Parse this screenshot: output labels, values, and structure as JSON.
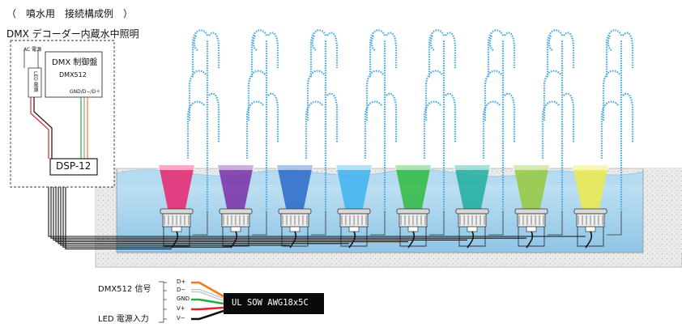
{
  "title": "（　噴水用　接続構成例　）",
  "subtitle": "DMX デコーダー内蔵水中照明",
  "controller": {
    "ac_power": "AC 電源",
    "led_power": "LED 電源",
    "panel_title": "DMX 制御盤",
    "panel_model": "DMX512",
    "panel_terminals": "GND/D−/D＋"
  },
  "dsp_label": "DSP-12",
  "lights": [
    {
      "color": "#e8236e"
    },
    {
      "color": "#7a2fa8"
    },
    {
      "color": "#2a69c9"
    },
    {
      "color": "#3db3f0"
    },
    {
      "color": "#2fba3f"
    },
    {
      "color": "#1fae9c"
    },
    {
      "color": "#96c93d"
    },
    {
      "color": "#ecea4a"
    }
  ],
  "cable": {
    "signal_group": "DMX512 信号",
    "power_group": "LED 電源入力",
    "wires": [
      {
        "label": "D+",
        "color": "#f07a20"
      },
      {
        "label": "D−",
        "color": "#f0f0f0"
      },
      {
        "label": "GND",
        "color": "#2daa3c"
      },
      {
        "label": "V+",
        "color": "#e0242a"
      },
      {
        "label": "V−",
        "color": "#111111"
      }
    ],
    "spec": "UL SOW AWG18x5C"
  },
  "colors": {
    "water": "#a9d5ee",
    "water_deep": "#8fc7e8",
    "jet": "#4aa8e0",
    "ground": "#e4e4e4"
  }
}
